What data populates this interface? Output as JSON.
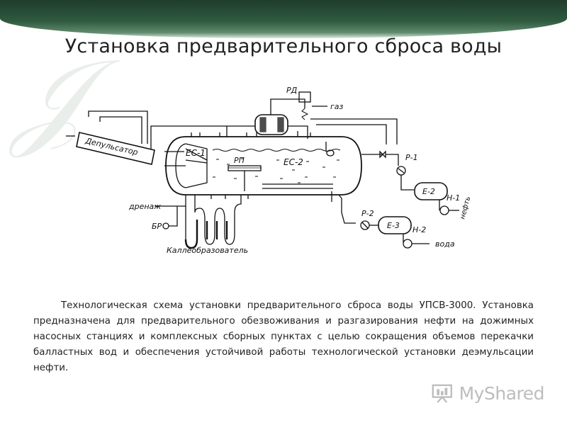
{
  "slide": {
    "title": "Установка предварительного сброса воды",
    "caption": "Технологическая схема установки предварительного сброса воды УПСВ-3000. Установка предназначена для предварительного обезвоживания и разгазирования нефти на дожимных насосных станциях и комплексных сборных пунктах с целью сокращения объемов перекачки балластных вод и обеспечения устойчивой работы технологической установки деэмульсации нефти."
  },
  "diagram": {
    "labels": {
      "rd": "РД",
      "gas": "газ",
      "depulsator": "Депульсатор",
      "es1": "ЕС-1",
      "es2": "ЕС-2",
      "rp": "РП",
      "r1": "Р-1",
      "r2": "Р-2",
      "e2": "Е-2",
      "e3": "Е-3",
      "n1": "Н-1",
      "n2": "Н-2",
      "oil": "нефть",
      "water": "вода",
      "drain": "дренаж",
      "br": "БР",
      "coalescer": "Каллеобразователь"
    }
  },
  "logo": {
    "text": "MyShared",
    "icon": "presentation-board-icon"
  },
  "colors": {
    "band_dark": "#1f3d2c",
    "band_light": "#5f8a6c",
    "line": "#111111"
  }
}
